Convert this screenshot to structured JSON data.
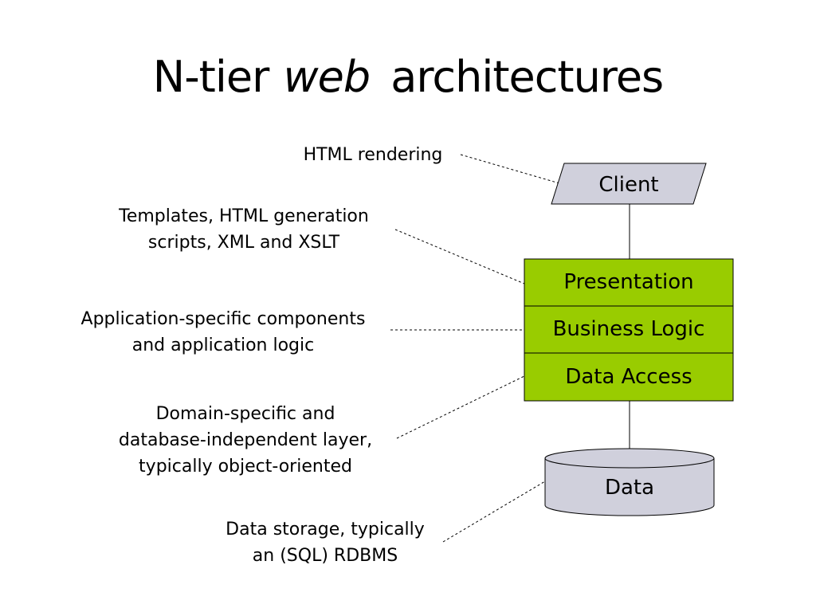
{
  "title": {
    "prefix": "N-tier",
    "emphasis": "web",
    "suffix": "architectures"
  },
  "annotations": {
    "client": [
      "HTML rendering"
    ],
    "presentation": [
      "Templates, HTML generation",
      "scripts, XML and XSLT"
    ],
    "business_logic": [
      "Application-specific components",
      "and application logic"
    ],
    "data_access": [
      "Domain-specific and",
      "database-independent layer,",
      "typically object-oriented"
    ],
    "data": [
      "Data storage, typically",
      "an (SQL) RDBMS"
    ]
  },
  "tiers": {
    "client": "Client",
    "presentation": "Presentation",
    "business_logic": "Business Logic",
    "data_access": "Data Access",
    "data": "Data"
  },
  "colors": {
    "tier_fill": "#99cc00",
    "client_fill": "#d0d0dc",
    "data_fill": "#d0d0dc",
    "stroke": "#000000"
  }
}
